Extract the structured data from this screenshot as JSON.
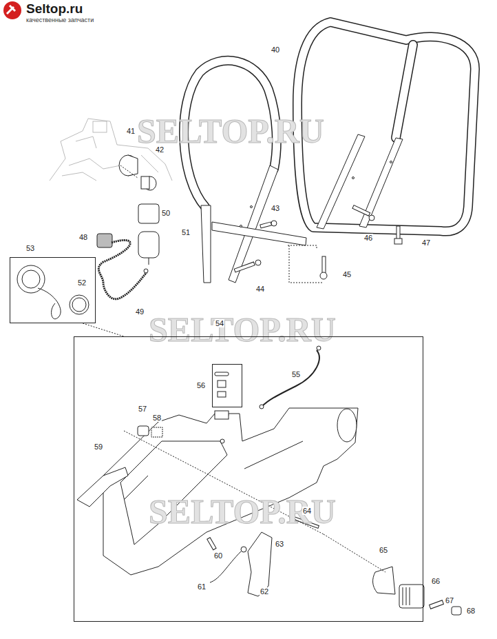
{
  "diagram": {
    "nodes": [
      {
        "text": [
          "53"
        ]
      },
      {
        "text": [
          "54"
        ]
      },
      {
        "text": [
          "56"
        ],
        "in": 1
      }
    ],
    "edges": [
      {
        "from": 0,
        "to": 1,
        "arrow": "none"
      }
    ],
    "labels": [
      "Seltop.ru",
      "качественные запчасти",
      "40",
      "41",
      "42",
      "SELTOP.RU",
      "43",
      "50",
      "51",
      "46",
      "47",
      "48",
      "44",
      "45",
      "52",
      "49",
      "SELTOP.RU",
      "55",
      "57",
      "58",
      "59",
      "SELTOP.RU",
      "64",
      "63",
      "65",
      "60",
      "66",
      "61",
      "62",
      "67",
      "68"
    ]
  }
}
